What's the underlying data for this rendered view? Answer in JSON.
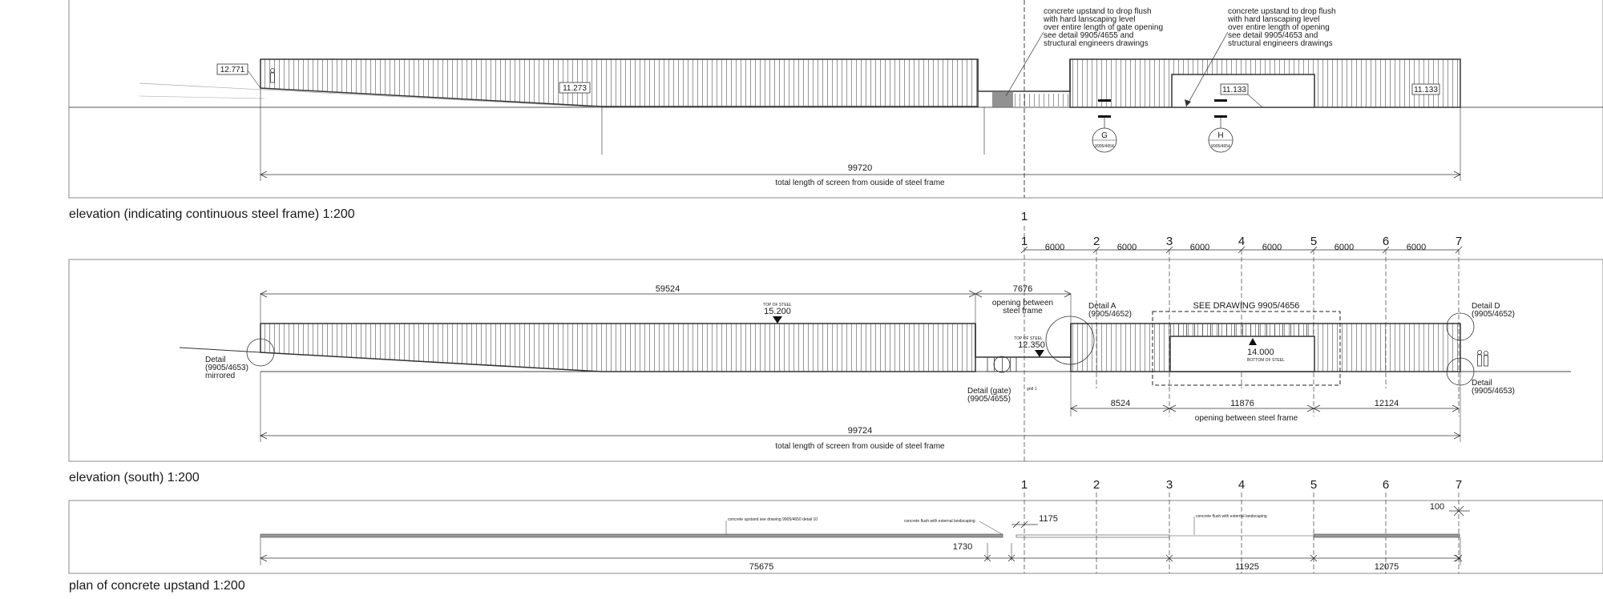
{
  "elev1": {
    "caption": "elevation (indicating continuous steel frame)  1:200",
    "levels": [
      "12.771",
      "11.273",
      "11.133",
      "11.133"
    ],
    "dimension": "99720",
    "dimension_note": "total length of screen from ouside of steel frame",
    "note_left": [
      "concrete upstand to drop flush",
      "with hard lanscaping level",
      "over entire length of gate opening",
      "see detail 9905/4655 and",
      "structural engineers drawings"
    ],
    "note_right": [
      "concrete upstand to drop flush",
      "with hard lanscaping level",
      "over entire length of opening",
      "see detail 9905/4653 and",
      "structural engineers drawings"
    ],
    "section_g": {
      "letter": "G",
      "ref": "9905/4654"
    },
    "section_h": {
      "letter": "H",
      "ref": "9905/4654"
    },
    "grid_1": "1"
  },
  "elev2": {
    "caption": "elevation (south)  1:200",
    "grid_labels": [
      "1",
      "2",
      "3",
      "4",
      "5",
      "6",
      "7"
    ],
    "bay_dims": [
      "6000",
      "6000",
      "6000",
      "6000",
      "6000",
      "6000"
    ],
    "dim_59524": "59524",
    "dim_7676": "7676",
    "opening_label": [
      "opening between",
      "steel frame"
    ],
    "top_steel_small": "TOP OF STEEL",
    "level_15200": "15.200",
    "level_12350": "12.350",
    "level_14000": "14.000",
    "bottom_steel": "BOTTOM OF STEEL",
    "see_drawing": "SEE DRAWING 9905/4656",
    "detail_a": [
      "Detail A",
      "(9905/4652)"
    ],
    "detail_d": [
      "Detail D",
      "(9905/4652)"
    ],
    "detail_left": [
      "Detail",
      "(9905/4653)",
      "mirrored"
    ],
    "detail_gate": [
      "Detail (gate)",
      "(9905/4655)"
    ],
    "detail_right": [
      "Detail",
      "(9905/4653)"
    ],
    "grid_small": "grid 1",
    "dims_lower": [
      "8524",
      "11876",
      "12124"
    ],
    "opening_between": "opening between steel frame",
    "dim_99724": "99724",
    "total_note": "total length of screen from ouside of steel frame"
  },
  "plan": {
    "caption": "plan of concrete upstand   1:200",
    "grid_labels": [
      "1",
      "2",
      "3",
      "4",
      "5",
      "6",
      "7"
    ],
    "dim_100": "100",
    "dim_1175": "1175",
    "dim_1730": "1730",
    "dims_lower": [
      "75675",
      "11925",
      "12075"
    ],
    "note_upstand": "concrete upstand   see  drawing 9905/4650 detail 10",
    "note_flush_1": "concrete flush with external landscaping",
    "note_flush_2": "concrete flush with external landscaping"
  }
}
